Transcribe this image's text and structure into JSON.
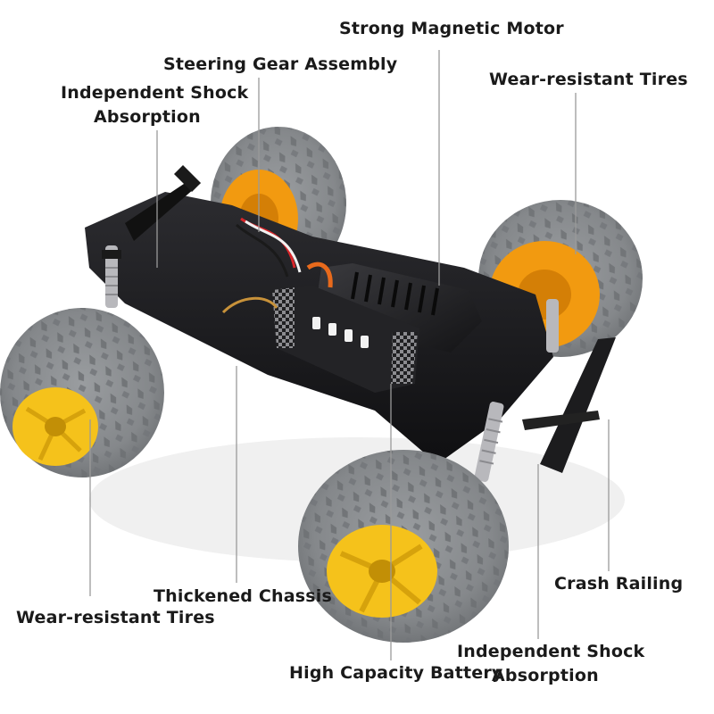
{
  "labels": {
    "motor": "Strong Magnetic Motor",
    "steering": "Steering Gear Assembly",
    "shock_top": [
      "Independent Shock",
      "Absorption"
    ],
    "tires_right": "Wear-resistant Tires",
    "chassis": "Thickened Chassis",
    "tires_left": "Wear-resistant Tires",
    "crash": "Crash Railing",
    "shock_bottom": [
      "Independent Shock",
      "Absorption"
    ],
    "battery": "High Capacity Battery"
  },
  "colors": {
    "tire": "#8a8d90",
    "tire_tread": "#6f7276",
    "rim_yellow": "#f5c21b",
    "rim_orange": "#f09a12",
    "chassis": "#1c1c1e",
    "label_text": "#1a1a1a",
    "leader_line": "#9a9a9a",
    "background": "#ffffff"
  }
}
